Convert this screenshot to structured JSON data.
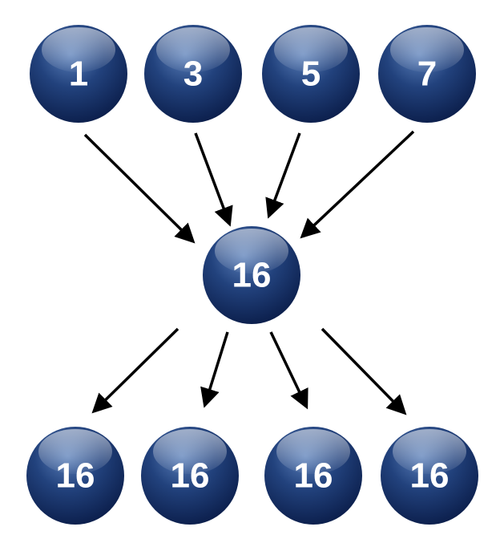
{
  "diagram": {
    "inputs": [
      {
        "label": "1"
      },
      {
        "label": "3"
      },
      {
        "label": "5"
      },
      {
        "label": "7"
      }
    ],
    "center": {
      "label": "16"
    },
    "outputs": [
      {
        "label": "16"
      },
      {
        "label": "16"
      },
      {
        "label": "16"
      },
      {
        "label": "16"
      }
    ],
    "colors": {
      "node_fill_light": "#4b6ea8",
      "node_fill_mid": "#1f3e78",
      "node_fill_dark": "#0b1f4e",
      "node_label": "#ffffff",
      "arrow": "#000000"
    }
  }
}
